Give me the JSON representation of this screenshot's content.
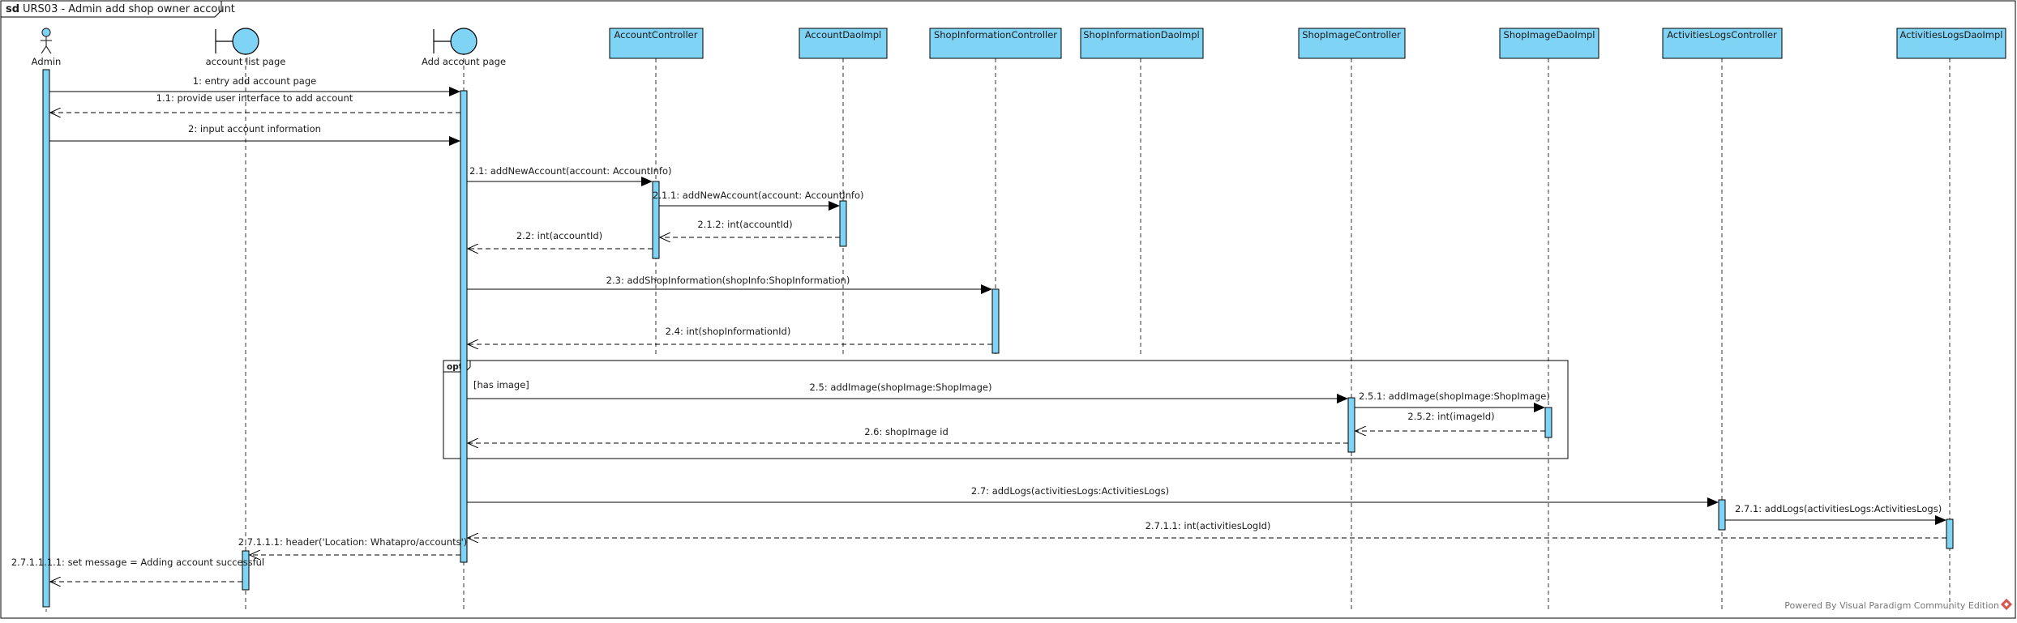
{
  "diagram": {
    "frame_keyword": "sd",
    "title": "URS03 - Admin add shop owner account",
    "lifelines": [
      {
        "id": "admin",
        "kind": "actor",
        "label": "Admin"
      },
      {
        "id": "accountList",
        "kind": "boundary",
        "label": "account list page"
      },
      {
        "id": "addPage",
        "kind": "boundary",
        "label": "Add account page"
      },
      {
        "id": "accCtrl",
        "kind": "object",
        "label": "AccountController"
      },
      {
        "id": "accDao",
        "kind": "object",
        "label": "AccountDaoImpl"
      },
      {
        "id": "shopCtrl",
        "kind": "object",
        "label": "ShopInformationController"
      },
      {
        "id": "shopDao",
        "kind": "object",
        "label": "ShopInformationDaoImpl"
      },
      {
        "id": "imgCtrl",
        "kind": "object",
        "label": "ShopImageController"
      },
      {
        "id": "imgDao",
        "kind": "object",
        "label": "ShopImageDaoImpl"
      },
      {
        "id": "logCtrl",
        "kind": "object",
        "label": "ActivitiesLogsController"
      },
      {
        "id": "logDao",
        "kind": "object",
        "label": "ActivitiesLogsDaoImpl"
      }
    ],
    "messages": [
      {
        "from": "admin",
        "to": "addPage",
        "kind": "call",
        "label": "1: entry add account page"
      },
      {
        "from": "addPage",
        "to": "admin",
        "kind": "return",
        "label": "1.1: provide user interface to add account"
      },
      {
        "from": "admin",
        "to": "addPage",
        "kind": "call",
        "label": "2: input account information"
      },
      {
        "from": "addPage",
        "to": "accCtrl",
        "kind": "call",
        "label": "2.1: addNewAccount(account: AccountInfo)"
      },
      {
        "from": "accCtrl",
        "to": "accDao",
        "kind": "call",
        "label": "2.1.1: addNewAccount(account: AccountInfo)"
      },
      {
        "from": "accDao",
        "to": "accCtrl",
        "kind": "return",
        "label": "2.1.2: int(accountId)"
      },
      {
        "from": "accCtrl",
        "to": "addPage",
        "kind": "return",
        "label": "2.2: int(accountId)"
      },
      {
        "from": "addPage",
        "to": "shopCtrl",
        "kind": "call",
        "label": "2.3: addShopInformation(shopInfo:ShopInformation)"
      },
      {
        "from": "shopCtrl",
        "to": "addPage",
        "kind": "return",
        "label": "2.4: int(shopInformationId)"
      },
      {
        "from": "addPage",
        "to": "imgCtrl",
        "kind": "call",
        "label": "2.5: addImage(shopImage:ShopImage)"
      },
      {
        "from": "imgCtrl",
        "to": "imgDao",
        "kind": "call",
        "label": "2.5.1: addImage(shopImage:ShopImage)"
      },
      {
        "from": "imgDao",
        "to": "imgCtrl",
        "kind": "return",
        "label": "2.5.2: int(imageId)"
      },
      {
        "from": "imgCtrl",
        "to": "addPage",
        "kind": "return",
        "label": "2.6: shopImage id"
      },
      {
        "from": "addPage",
        "to": "logCtrl",
        "kind": "call",
        "label": "2.7: addLogs(activitiesLogs:ActivitiesLogs)"
      },
      {
        "from": "logCtrl",
        "to": "logDao",
        "kind": "call",
        "label": "2.7.1: addLogs(activitiesLogs:ActivitiesLogs)"
      },
      {
        "from": "logDao",
        "to": "addPage",
        "kind": "return",
        "label": "2.7.1.1: int(activitiesLogId)"
      },
      {
        "from": "addPage",
        "to": "accountList",
        "kind": "return",
        "label": "2.7.1.1.1: header('Location: Whatapro/accounts')"
      },
      {
        "from": "accountList",
        "to": "admin",
        "kind": "return",
        "label": "2.7.1.1.1.1: set message = Adding account successful"
      }
    ],
    "fragment": {
      "operator": "opt",
      "guard": "[has image]"
    },
    "footer": "Powered By Visual Paradigm Community Edition",
    "colors": {
      "head_fill": "#7fd3f5",
      "activation_fill": "#7fd3f5",
      "line": "#000000",
      "footer_icon": "#d9534f"
    }
  }
}
